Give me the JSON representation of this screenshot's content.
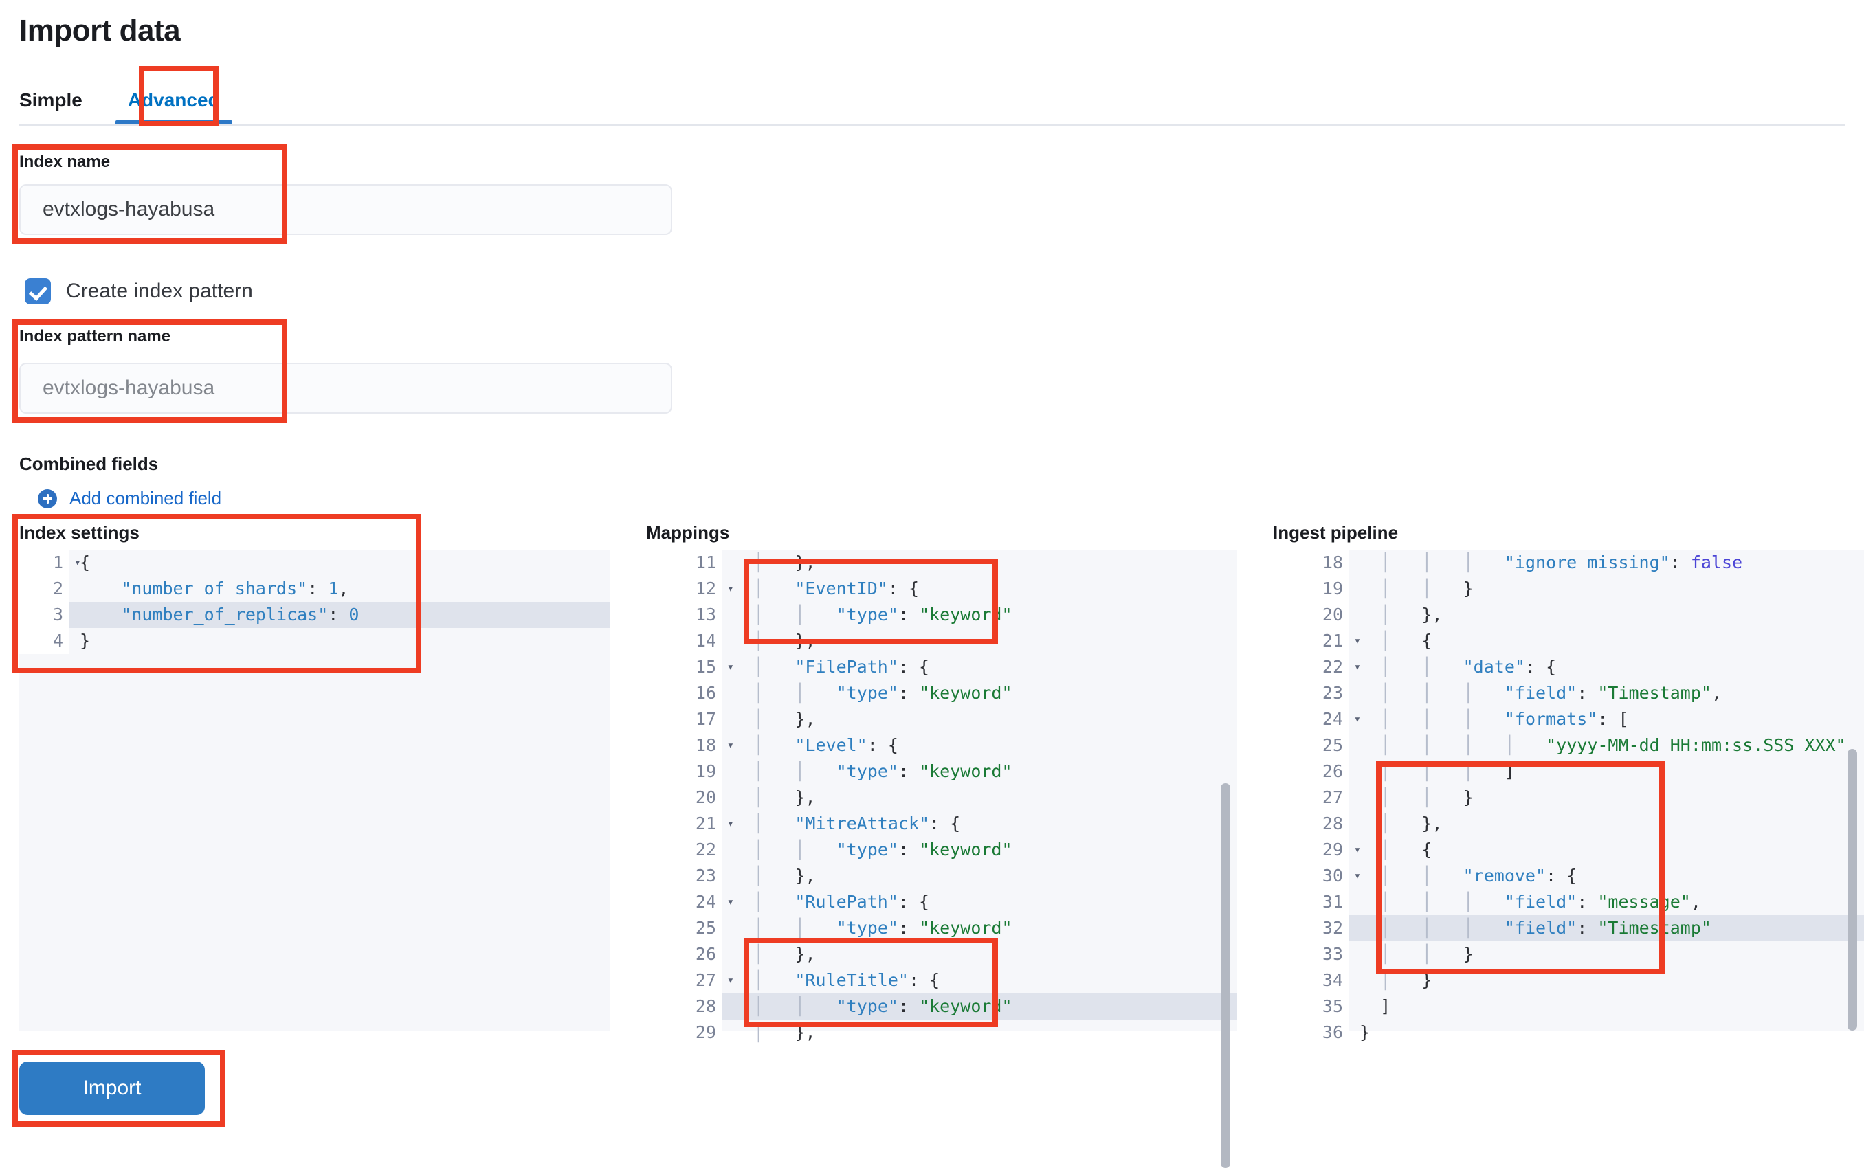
{
  "page": {
    "title": "Import data"
  },
  "tabs": [
    {
      "label": "Simple",
      "active": false
    },
    {
      "label": "Advanced",
      "active": true
    }
  ],
  "fields": {
    "index_name": {
      "label": "Index name",
      "value": "evtxlogs-hayabusa"
    },
    "create_index_pattern": {
      "label": "Create index pattern",
      "checked": true
    },
    "index_pattern_name": {
      "label": "Index pattern name",
      "placeholder": "evtxlogs-hayabusa"
    }
  },
  "combined_fields": {
    "title": "Combined fields",
    "add_label": "Add combined field"
  },
  "editors": {
    "index_settings": {
      "title": "Index settings",
      "highlighted_line": 3,
      "lines": [
        {
          "no": "1",
          "fold": true,
          "text": "{"
        },
        {
          "no": "2",
          "fold": false,
          "text": "    \"number_of_shards\": 1,"
        },
        {
          "no": "3",
          "fold": false,
          "text": "    \"number_of_replicas\": 0"
        },
        {
          "no": "4",
          "fold": false,
          "text": "}"
        }
      ]
    },
    "mappings": {
      "title": "Mappings",
      "highlighted_line": 28,
      "lines": [
        {
          "no": "11",
          "fold": false,
          "text": "  │   },"
        },
        {
          "no": "12",
          "fold": true,
          "text": "  │   \"EventID\": {"
        },
        {
          "no": "13",
          "fold": false,
          "text": "  │   │   \"type\": \"keyword\""
        },
        {
          "no": "14",
          "fold": false,
          "text": "  │   },"
        },
        {
          "no": "15",
          "fold": true,
          "text": "  │   \"FilePath\": {"
        },
        {
          "no": "16",
          "fold": false,
          "text": "  │   │   \"type\": \"keyword\""
        },
        {
          "no": "17",
          "fold": false,
          "text": "  │   },"
        },
        {
          "no": "18",
          "fold": true,
          "text": "  │   \"Level\": {"
        },
        {
          "no": "19",
          "fold": false,
          "text": "  │   │   \"type\": \"keyword\""
        },
        {
          "no": "20",
          "fold": false,
          "text": "  │   },"
        },
        {
          "no": "21",
          "fold": true,
          "text": "  │   \"MitreAttack\": {"
        },
        {
          "no": "22",
          "fold": false,
          "text": "  │   │   \"type\": \"keyword\""
        },
        {
          "no": "23",
          "fold": false,
          "text": "  │   },"
        },
        {
          "no": "24",
          "fold": true,
          "text": "  │   \"RulePath\": {"
        },
        {
          "no": "25",
          "fold": false,
          "text": "  │   │   \"type\": \"keyword\""
        },
        {
          "no": "26",
          "fold": false,
          "text": "  │   },"
        },
        {
          "no": "27",
          "fold": true,
          "text": "  │   \"RuleTitle\": {"
        },
        {
          "no": "28",
          "fold": false,
          "text": "  │   │   \"type\": \"keyword\""
        },
        {
          "no": "29",
          "fold": false,
          "text": "  │   },"
        }
      ]
    },
    "ingest_pipeline": {
      "title": "Ingest pipeline",
      "highlighted_line": 32,
      "lines": [
        {
          "no": "18",
          "fold": false,
          "text": "  │   │   │   \"ignore_missing\": false"
        },
        {
          "no": "19",
          "fold": false,
          "text": "  │   │   }"
        },
        {
          "no": "20",
          "fold": false,
          "text": "  │   },"
        },
        {
          "no": "21",
          "fold": true,
          "text": "  │   {"
        },
        {
          "no": "22",
          "fold": true,
          "text": "  │   │   \"date\": {"
        },
        {
          "no": "23",
          "fold": false,
          "text": "  │   │   │   \"field\": \"Timestamp\","
        },
        {
          "no": "24",
          "fold": true,
          "text": "  │   │   │   \"formats\": ["
        },
        {
          "no": "25",
          "fold": false,
          "text": "  │   │   │   │   \"yyyy-MM-dd HH:mm:ss.SSS XXX\""
        },
        {
          "no": "26",
          "fold": false,
          "text": "  │   │   │   ]"
        },
        {
          "no": "27",
          "fold": false,
          "text": "  │   │   }"
        },
        {
          "no": "28",
          "fold": false,
          "text": "  │   },"
        },
        {
          "no": "29",
          "fold": true,
          "text": "  │   {"
        },
        {
          "no": "30",
          "fold": true,
          "text": "  │   │   \"remove\": {"
        },
        {
          "no": "31",
          "fold": false,
          "text": "  │   │   │   \"field\": \"message\","
        },
        {
          "no": "32",
          "fold": false,
          "text": "  │   │   │   \"field\": \"Timestamp\""
        },
        {
          "no": "33",
          "fold": false,
          "text": "  │   │   }"
        },
        {
          "no": "34",
          "fold": false,
          "text": "  │   }"
        },
        {
          "no": "35",
          "fold": false,
          "text": "  ]"
        },
        {
          "no": "36",
          "fold": false,
          "text": "}"
        }
      ]
    }
  },
  "actions": {
    "import_label": "Import"
  },
  "colors": {
    "accent_blue": "#2d79c7",
    "annotation_red": "#ee3c23",
    "button_blue": "#2e7bc4",
    "string_green": "#1a7a35",
    "key_blue": "#2f7fbf",
    "bool_purple": "#4b45d6"
  }
}
